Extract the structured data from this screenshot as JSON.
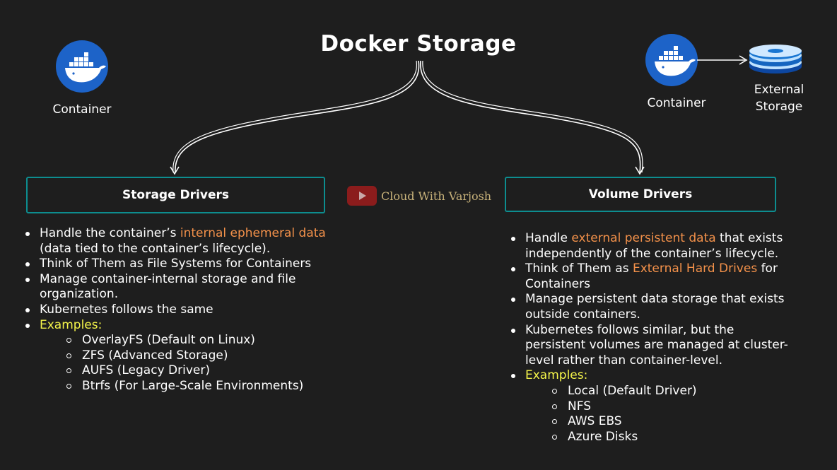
{
  "title": "Docker Storage",
  "left_icon": {
    "label": "Container",
    "icon": "docker-whale-icon"
  },
  "right_icons": {
    "container_label": "Container",
    "external_line1": "External",
    "external_line2": "Storage",
    "container_icon": "docker-whale-icon",
    "storage_icon": "disk-stack-icon"
  },
  "watermark": {
    "text": "Cloud With Varjosh",
    "icon": "youtube-play-icon"
  },
  "storage_drivers": {
    "heading": "Storage Drivers",
    "b1_pre": "Handle the container’s ",
    "b1_hl": "internal ephemeral data",
    "b1_post": " (data tied to the container’s lifecycle).",
    "b2": "Think of Them as File Systems for Containers",
    "b3": "Manage container-internal storage and file organization.",
    "b4": "Kubernetes follows the same",
    "examples_label": "Examples:",
    "examples": [
      "OverlayFS (Default on Linux)",
      "ZFS (Advanced Storage)",
      "AUFS (Legacy Driver)",
      "Btrfs (For Large-Scale Environments)"
    ]
  },
  "volume_drivers": {
    "heading": "Volume Drivers",
    "b1_pre": "Handle ",
    "b1_hl": "external persistent data",
    "b1_post": " that exists independently of the container’s lifecycle.",
    "b2_pre": "Think of Them as ",
    "b2_hl": "External Hard Drives",
    "b2_post": " for Containers",
    "b3": "Manage persistent data storage that exists outside containers.",
    "b4": "Kubernetes follows similar, but the persistent volumes are managed at cluster-level rather than container-level.",
    "examples_label": "Examples:",
    "examples": [
      "Local (Default Driver)",
      "NFS",
      "AWS EBS",
      "Azure Disks"
    ]
  },
  "colors": {
    "accent_orange": "#f3914a",
    "accent_yellow": "#f4f44a",
    "box_border": "#0d8d8f",
    "docker_blue": "#1d63c8",
    "background": "#1e1e1e"
  }
}
